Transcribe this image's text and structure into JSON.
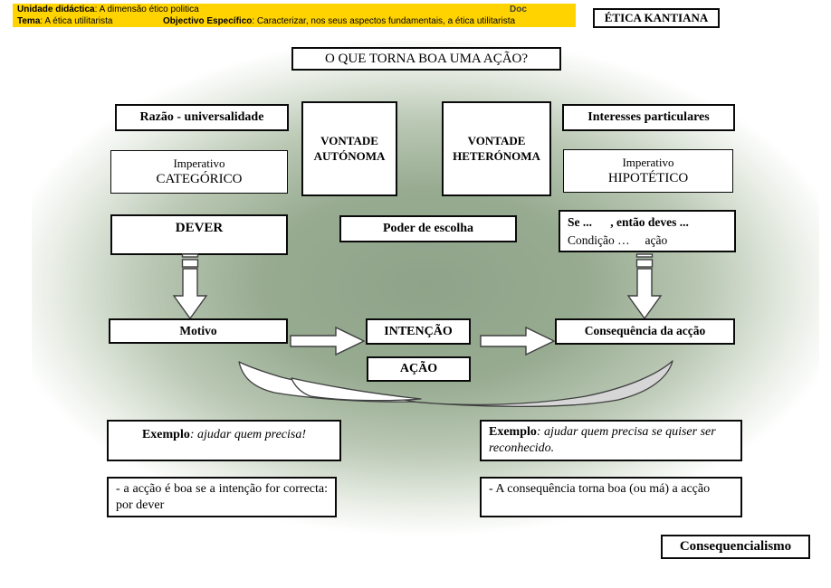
{
  "banner": {
    "line1_label": "Unidade didáctica",
    "line1_text": ": A dimensão ético politica",
    "doc": "Doc",
    "line2_label": "Tema",
    "line2_text": ": A ética utilitarista",
    "objective_label": "Objectivo Específico",
    "objective_text": ": Caracterizar, nos seus aspectos fundamentais, a ética utilitarista"
  },
  "headers": {
    "kantian": "ÉTICA KANTIANA",
    "question": "O QUE TORNA BOA UMA AÇÃO?",
    "consequentialism": "Consequencialismo"
  },
  "kantian_side": {
    "reason": "Razão - universalidade",
    "imperative_line1": "Imperativo",
    "imperative_line2": "CATEGÓRICO",
    "duty": "DEVER",
    "motive": "Motivo"
  },
  "center": {
    "autonomous_will_line1": "VONTADE",
    "autonomous_will_line2": "AUTÓNOMA",
    "heteronomous_will_line1": "VONTADE",
    "heteronomous_will_line2": "HETERÓNOMA",
    "choice_power": "Poder de escolha",
    "intention": "INTENÇÃO",
    "action": "AÇÃO"
  },
  "consequentialist_side": {
    "interests": "Interesses particulares",
    "imperative_line1": "Imperativo",
    "imperative_line2": "HIPOTÉTICO",
    "condition_line1": "Se ...      , então deves ...",
    "condition_line2": "Condição …     ação",
    "consequence": "Consequência da acção"
  },
  "examples": {
    "left_label": "Exemplo",
    "left_text": ": ajudar quem precisa!",
    "right_label": "Exemplo",
    "right_text": ": ajudar quem precisa se quiser ser reconhecido.",
    "left_statement": "- a acção é boa se a intenção for correcta: por dever",
    "right_statement": "- A consequência torna boa (ou má) a acção"
  },
  "colors": {
    "banner_yellow": "#ffd300",
    "gradient_green": "#97ab91",
    "swoosh_gray": "#d6d6d6"
  }
}
